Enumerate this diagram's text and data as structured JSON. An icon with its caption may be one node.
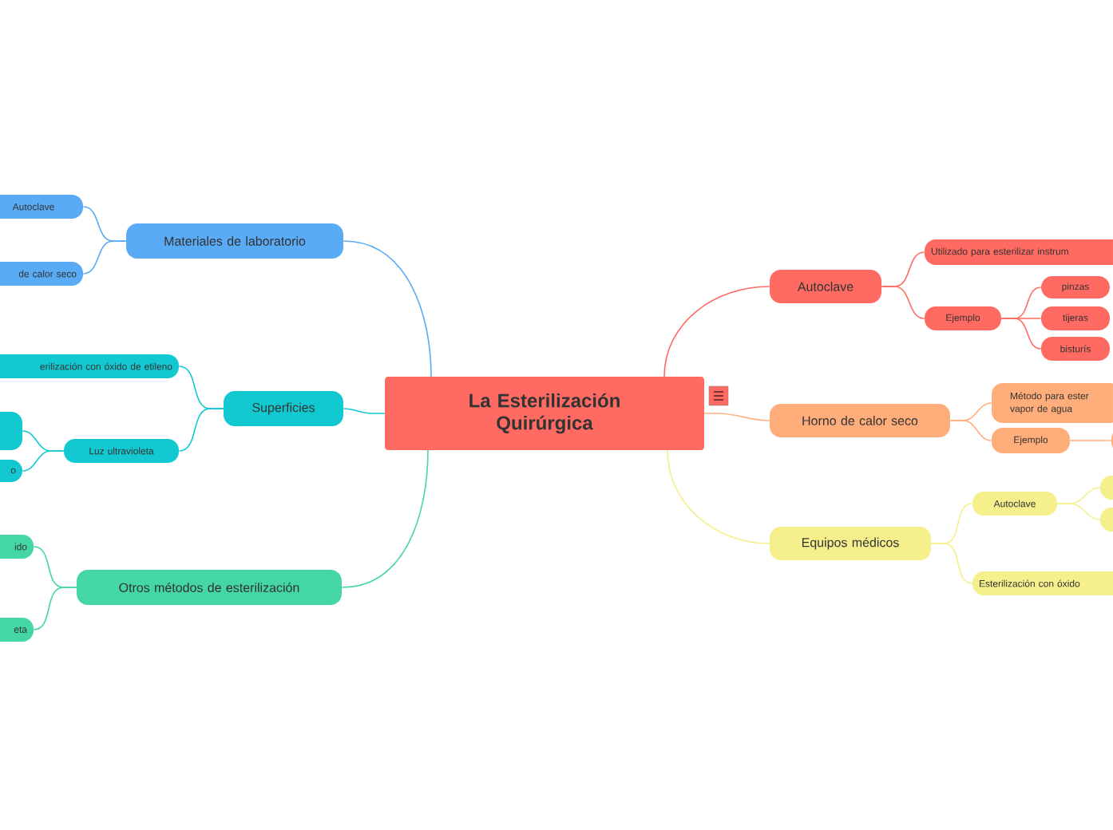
{
  "diagram": {
    "nodes": [
      {
        "text": [
          "La Esterilización Quirúrgica"
        ]
      },
      {
        "text": [
          "Materiales de laboratorio"
        ]
      },
      {
        "text": [
          "Autoclave"
        ]
      },
      {
        "text": [
          "de calor seco"
        ]
      },
      {
        "text": [
          "Superficies"
        ]
      },
      {
        "text": [
          "erilización con óxido de etileno"
        ]
      },
      {
        "text": [
          "Luz ultravioleta"
        ]
      },
      {
        "text": [],
        "shape": "box"
      },
      {
        "text": [
          "o"
        ]
      },
      {
        "text": [
          "Otros métodos de esterilización"
        ]
      },
      {
        "text": [
          "ido"
        ]
      },
      {
        "text": [
          "eta"
        ]
      },
      {
        "text": [
          "Autoclave"
        ]
      },
      {
        "text": [
          "Utilizado para esterilizar instrum"
        ]
      },
      {
        "text": [
          "Ejemplo"
        ]
      },
      {
        "text": [
          "pinzas"
        ]
      },
      {
        "text": [
          "tijeras"
        ]
      },
      {
        "text": [
          "bisturís"
        ]
      },
      {
        "text": [
          "Horno de calor seco"
        ]
      },
      {
        "text": [
          "Método para ester vapor de agua"
        ]
      },
      {
        "text": [
          "Ejemplo"
        ]
      },
      {
        "text": [],
        "shape": "box"
      },
      {
        "text": [
          "Equipos médicos"
        ]
      },
      {
        "text": [
          "Autoclave"
        ]
      },
      {
        "text": [],
        "shape": "box"
      },
      {
        "text": [],
        "shape": "box"
      },
      {
        "text": [
          "Esterilización con óxido"
        ]
      }
    ],
    "edges": [
      {
        "from": 0,
        "to": 1,
        "arrow": "none",
        "color": "#5aabf5"
      },
      {
        "from": 1,
        "to": 2,
        "arrow": "none",
        "color": "#5aabf5"
      },
      {
        "from": 1,
        "to": 3,
        "arrow": "none",
        "color": "#5aabf5"
      },
      {
        "from": 0,
        "to": 4,
        "arrow": "none",
        "color": "#12c9d2"
      },
      {
        "from": 4,
        "to": 5,
        "arrow": "none",
        "color": "#12c9d2"
      },
      {
        "from": 4,
        "to": 6,
        "arrow": "none",
        "color": "#12c9d2"
      },
      {
        "from": 6,
        "to": 7,
        "arrow": "none",
        "color": "#12c9d2"
      },
      {
        "from": 6,
        "to": 8,
        "arrow": "none",
        "color": "#12c9d2"
      },
      {
        "from": 0,
        "to": 9,
        "arrow": "none",
        "color": "#44d6a4"
      },
      {
        "from": 9,
        "to": 10,
        "arrow": "none",
        "color": "#44d6a4"
      },
      {
        "from": 9,
        "to": 11,
        "arrow": "none",
        "color": "#44d6a4"
      },
      {
        "from": 0,
        "to": 12,
        "arrow": "none",
        "color": "#ff6b62"
      },
      {
        "from": 12,
        "to": 13,
        "arrow": "none",
        "color": "#ff6b62"
      },
      {
        "from": 12,
        "to": 14,
        "arrow": "none",
        "color": "#ff6b62"
      },
      {
        "from": 14,
        "to": 15,
        "arrow": "none",
        "color": "#ff6b62"
      },
      {
        "from": 14,
        "to": 16,
        "arrow": "none",
        "color": "#ff6b62"
      },
      {
        "from": 14,
        "to": 17,
        "arrow": "none",
        "color": "#ff6b62"
      },
      {
        "from": 0,
        "to": 18,
        "arrow": "none",
        "color": "#ffae7b"
      },
      {
        "from": 18,
        "to": 19,
        "arrow": "none",
        "color": "#ffae7b"
      },
      {
        "from": 18,
        "to": 20,
        "arrow": "none",
        "color": "#ffae7b"
      },
      {
        "from": 20,
        "to": 21,
        "arrow": "none",
        "color": "#ffae7b"
      },
      {
        "from": 0,
        "to": 22,
        "arrow": "none",
        "color": "#f5ef8c"
      },
      {
        "from": 22,
        "to": 23,
        "arrow": "none",
        "color": "#f5ef8c"
      },
      {
        "from": 22,
        "to": 26,
        "arrow": "none",
        "color": "#f5ef8c"
      },
      {
        "from": 23,
        "to": 24,
        "arrow": "none",
        "color": "#f5ef8c"
      },
      {
        "from": 23,
        "to": 25,
        "arrow": "none",
        "color": "#f5ef8c"
      }
    ]
  }
}
